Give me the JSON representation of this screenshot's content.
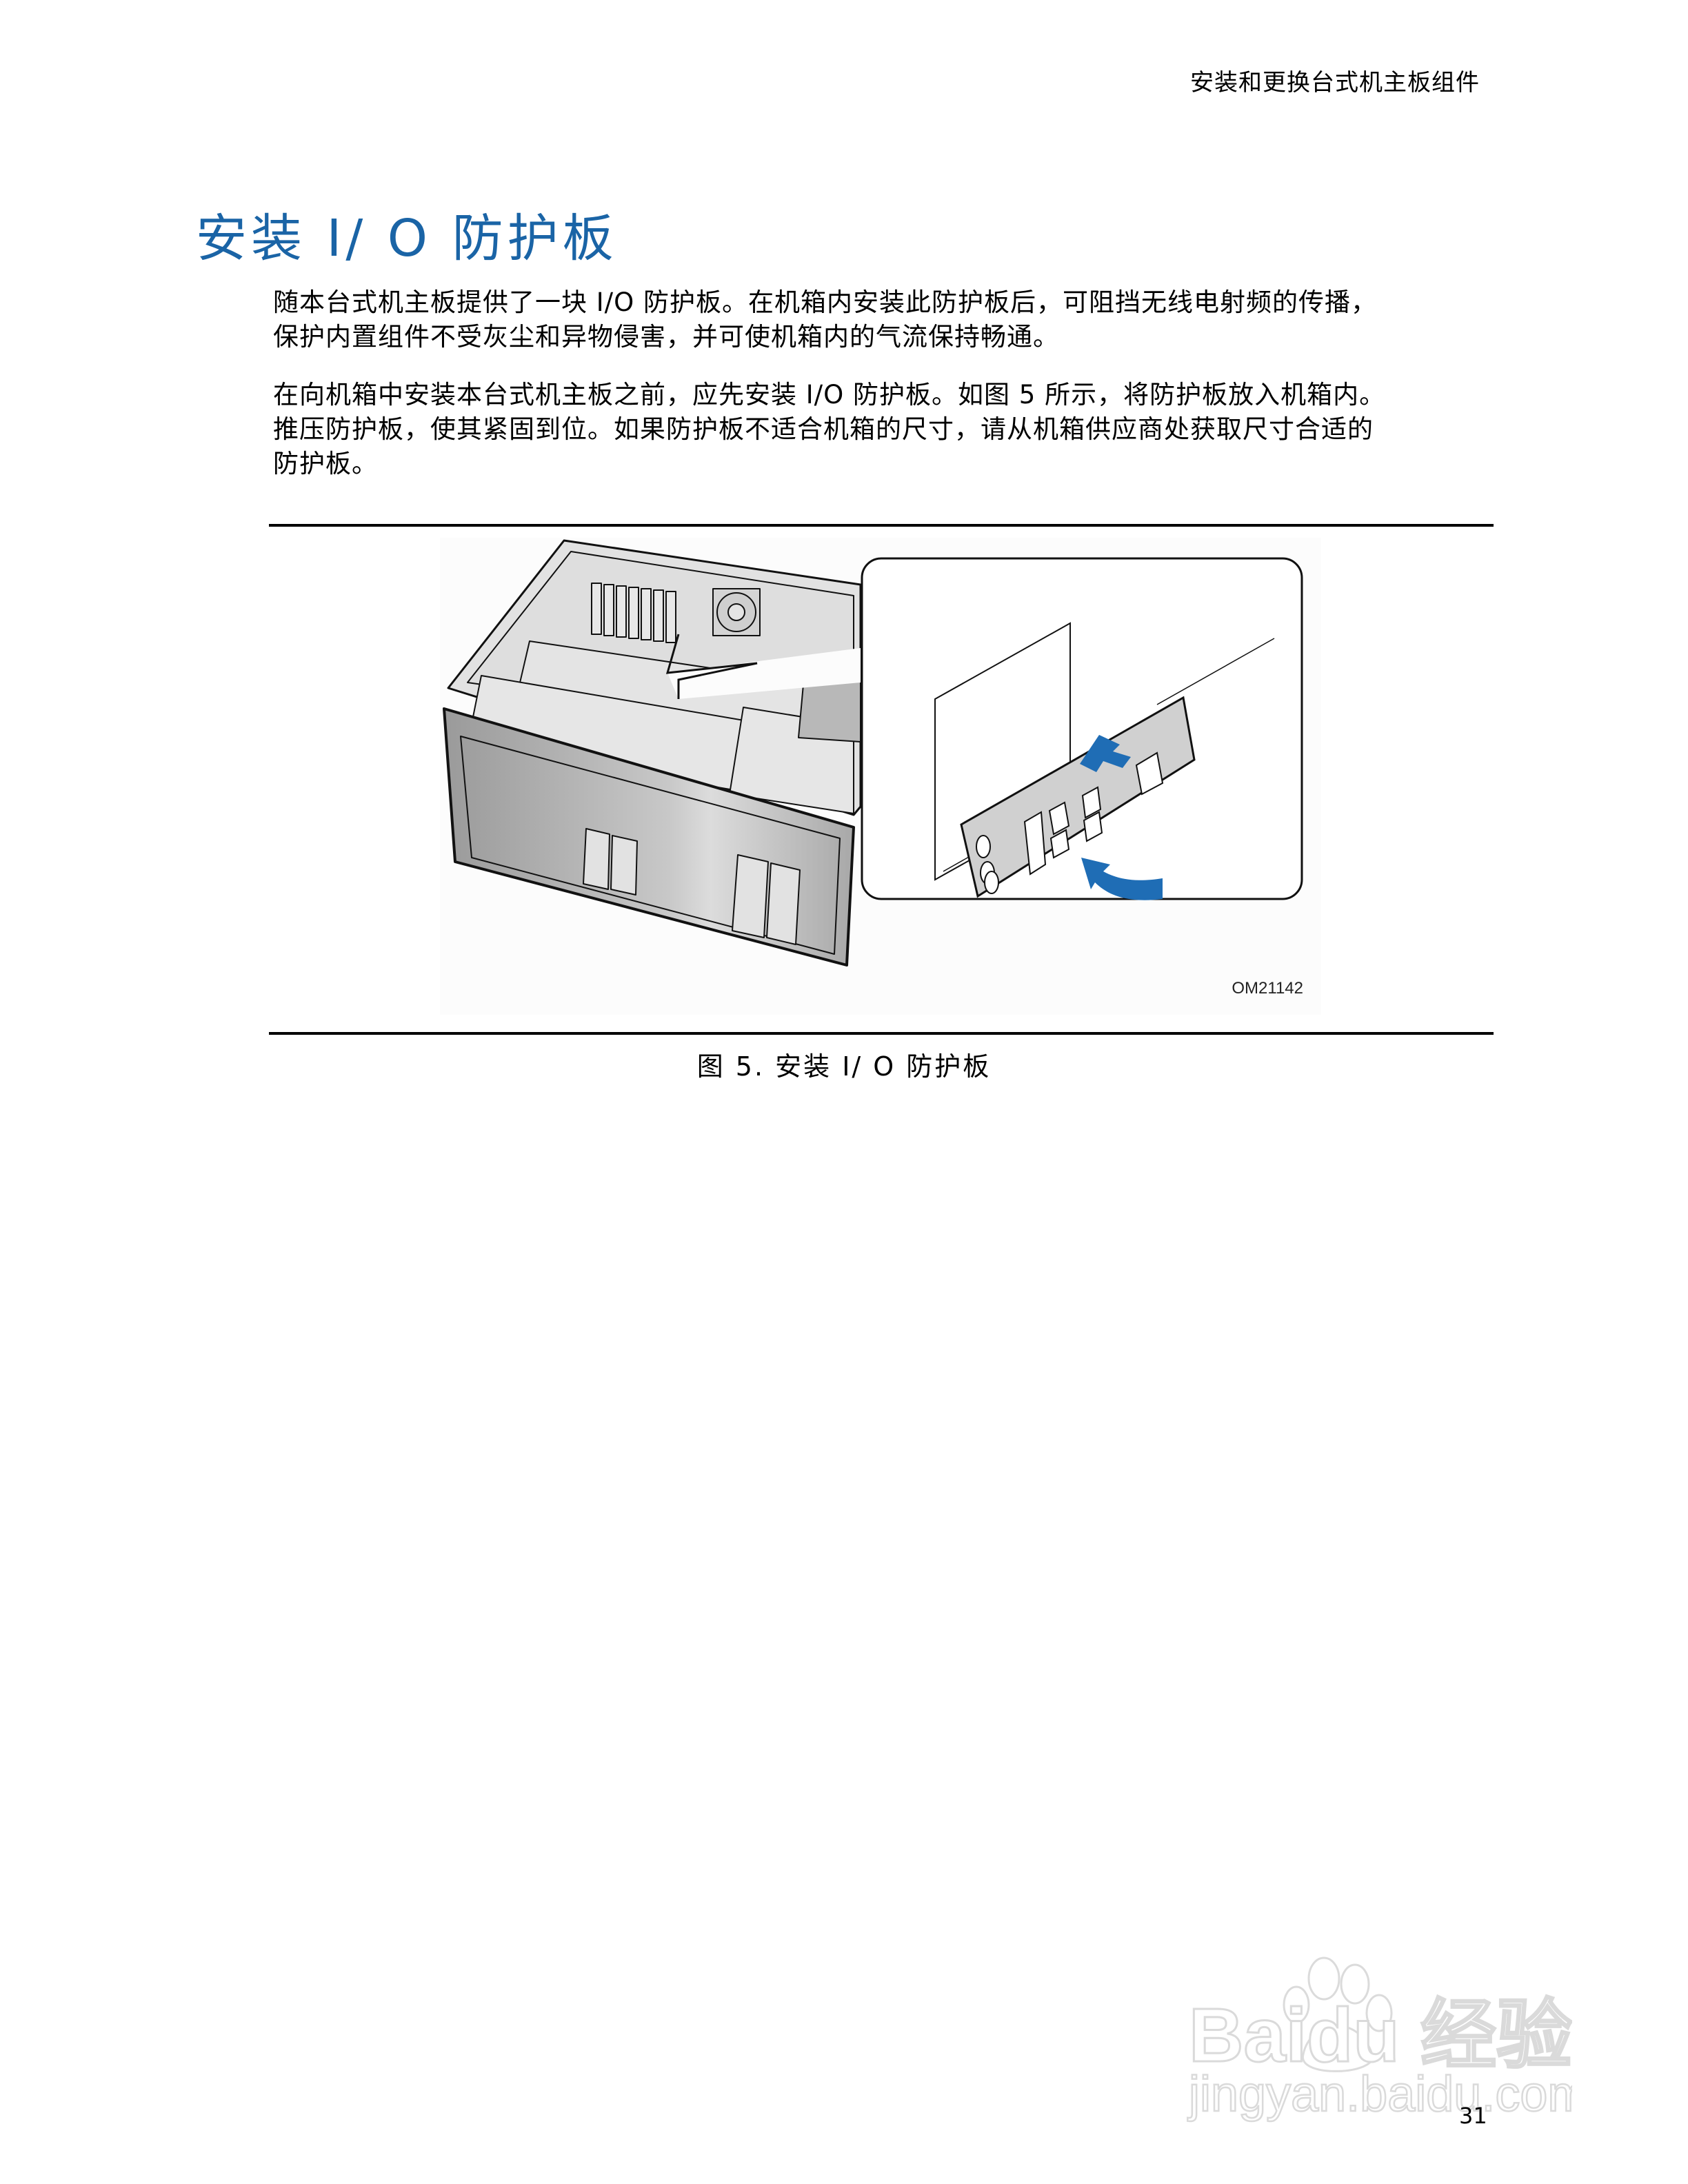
{
  "header": {
    "running_title": "安装和更换台式机主板组件"
  },
  "section": {
    "title": "安装 I/ O 防护板"
  },
  "body": {
    "paragraphs": [
      {
        "lines": [
          "随本台式机主板提供了一块 I/O 防护板。在机箱内安装此防护板后，可阻挡无线电射频的传播，",
          "保护内置组件不受灰尘和异物侵害，并可使机箱内的气流保持畅通。"
        ]
      },
      {
        "lines": [
          "在向机箱中安装本台式机主板之前，应先安装 I/O 防护板。如图 5 所示，将防护板放入机箱内。",
          "推压防护板，使其紧固到位。如果防护板不适合机箱的尺寸，请从机箱供应商处获取尺寸合适的",
          "防护板。"
        ]
      }
    ]
  },
  "figure": {
    "id_label": "OM21142",
    "caption": "图 5.  安装 I/ O 防护板",
    "accent_color": "#1f6db5",
    "icons": [
      "computer-chassis-illustration",
      "io-shield-illustration",
      "push-arrow-icon",
      "rotate-arrow-icon"
    ]
  },
  "watermark": {
    "brand": "Baidu 经验",
    "url": "jingyan.baidu.com"
  },
  "footer": {
    "page_number": "31"
  }
}
